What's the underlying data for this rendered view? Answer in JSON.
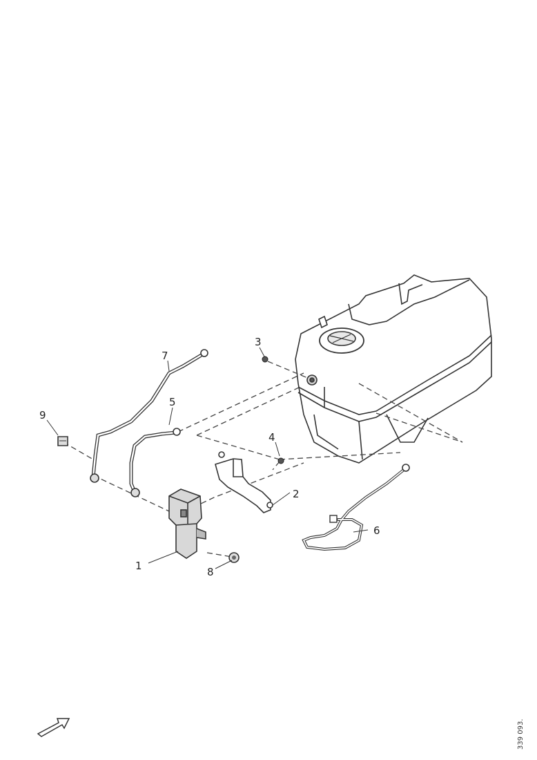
{
  "diagram": {
    "callouts": {
      "c1": "1",
      "c2": "2",
      "c3": "3",
      "c4": "4",
      "c5": "5",
      "c6": "6",
      "c7": "7",
      "c8": "8",
      "c9": "9"
    },
    "drawing_code": "339 093."
  }
}
